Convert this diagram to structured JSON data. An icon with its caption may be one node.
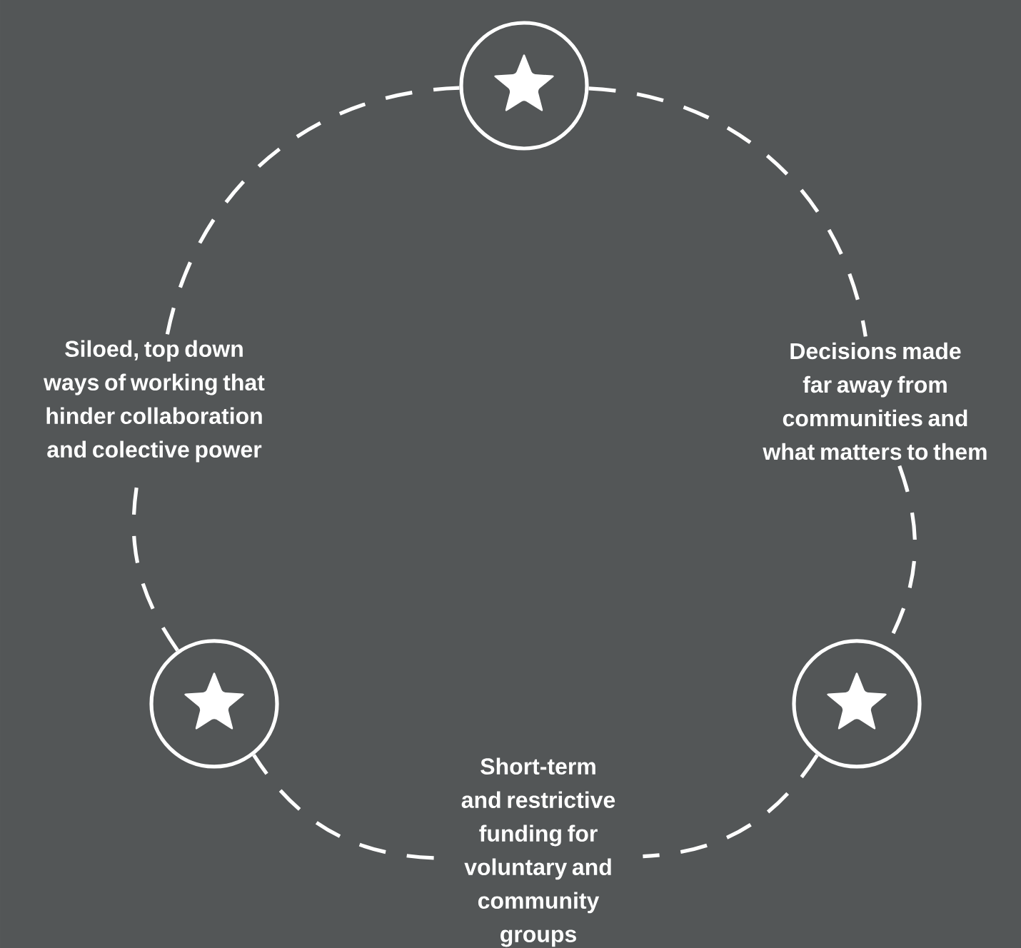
{
  "diagram": {
    "nodes": [
      {
        "text": [],
        "shape": "circle"
      },
      {
        "text": [
          "Siloed, top down ways of working that hinder collaboration and colective power"
        ]
      },
      {
        "text": [
          "Decisions made far away from communities and what matters to them"
        ]
      },
      {
        "text": [],
        "shape": "circle"
      },
      {
        "text": [
          "Short-term and restrictive funding for voluntary and community groups"
        ]
      },
      {
        "text": [],
        "shape": "circle"
      }
    ],
    "edges": [
      {
        "from": 0,
        "to": 2,
        "arrow": "none",
        "style": "dashed"
      },
      {
        "from": 2,
        "to": 5,
        "arrow": "none",
        "style": "dashed"
      },
      {
        "from": 5,
        "to": 4,
        "arrow": "none",
        "style": "dashed"
      },
      {
        "from": 4,
        "to": 3,
        "arrow": "none",
        "style": "dashed"
      },
      {
        "from": 3,
        "to": 1,
        "arrow": "none",
        "style": "dashed"
      },
      {
        "from": 1,
        "to": 0,
        "arrow": "none",
        "style": "dashed"
      }
    ]
  }
}
